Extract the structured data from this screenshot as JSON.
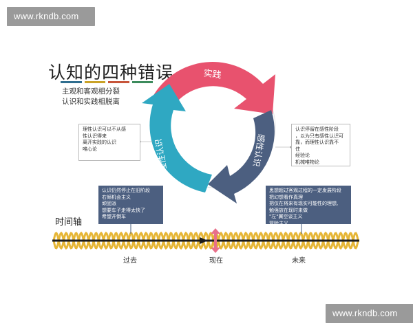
{
  "watermark": "www.rkndb.com",
  "title": "认知的四种错误",
  "title_strip_colors": [
    "#2f6e8f",
    "#c9a227",
    "#c7553a",
    "#3c8b5c"
  ],
  "errors": [
    "主观和客观相分裂",
    "认识和实践相脱离"
  ],
  "cycle": {
    "practice": "实践",
    "perceptual": "感性认识",
    "rational": "理性认识",
    "colors": {
      "practice": "#e8526e",
      "perceptual": "#4c5f80",
      "rational": "#2fa8c2"
    }
  },
  "note_left": [
    "理性认识可以不从感",
    "性认识得来",
    "离开实践的认识",
    "唯心论"
  ],
  "note_right": [
    "认识停留在感性阶段",
    "，以为只有感性认识可",
    "靠，而理性认识靠不",
    "住",
    "经验论",
    "机械唯物论"
  ],
  "timeline": {
    "label": "时间轴",
    "past": "过去",
    "now": "现在",
    "future": "未来",
    "note_past": [
      "认识仍然停止在旧阶段",
      "右倾机会主义",
      "顽固派",
      "想要车子走得太快了",
      "希望开倒车"
    ],
    "note_future": [
      "思想超过客观过程的一定发展阶段",
      "把幻想看作真理",
      "把仅在将来有现实可能性的理想,",
      "勉强放在现时来做",
      "\"左\"翼空谈主义",
      "冒险主义"
    ],
    "wave_color": "#e6b637",
    "axis_color": "#1a1a1a",
    "now_marker_color": "#e8708a"
  }
}
